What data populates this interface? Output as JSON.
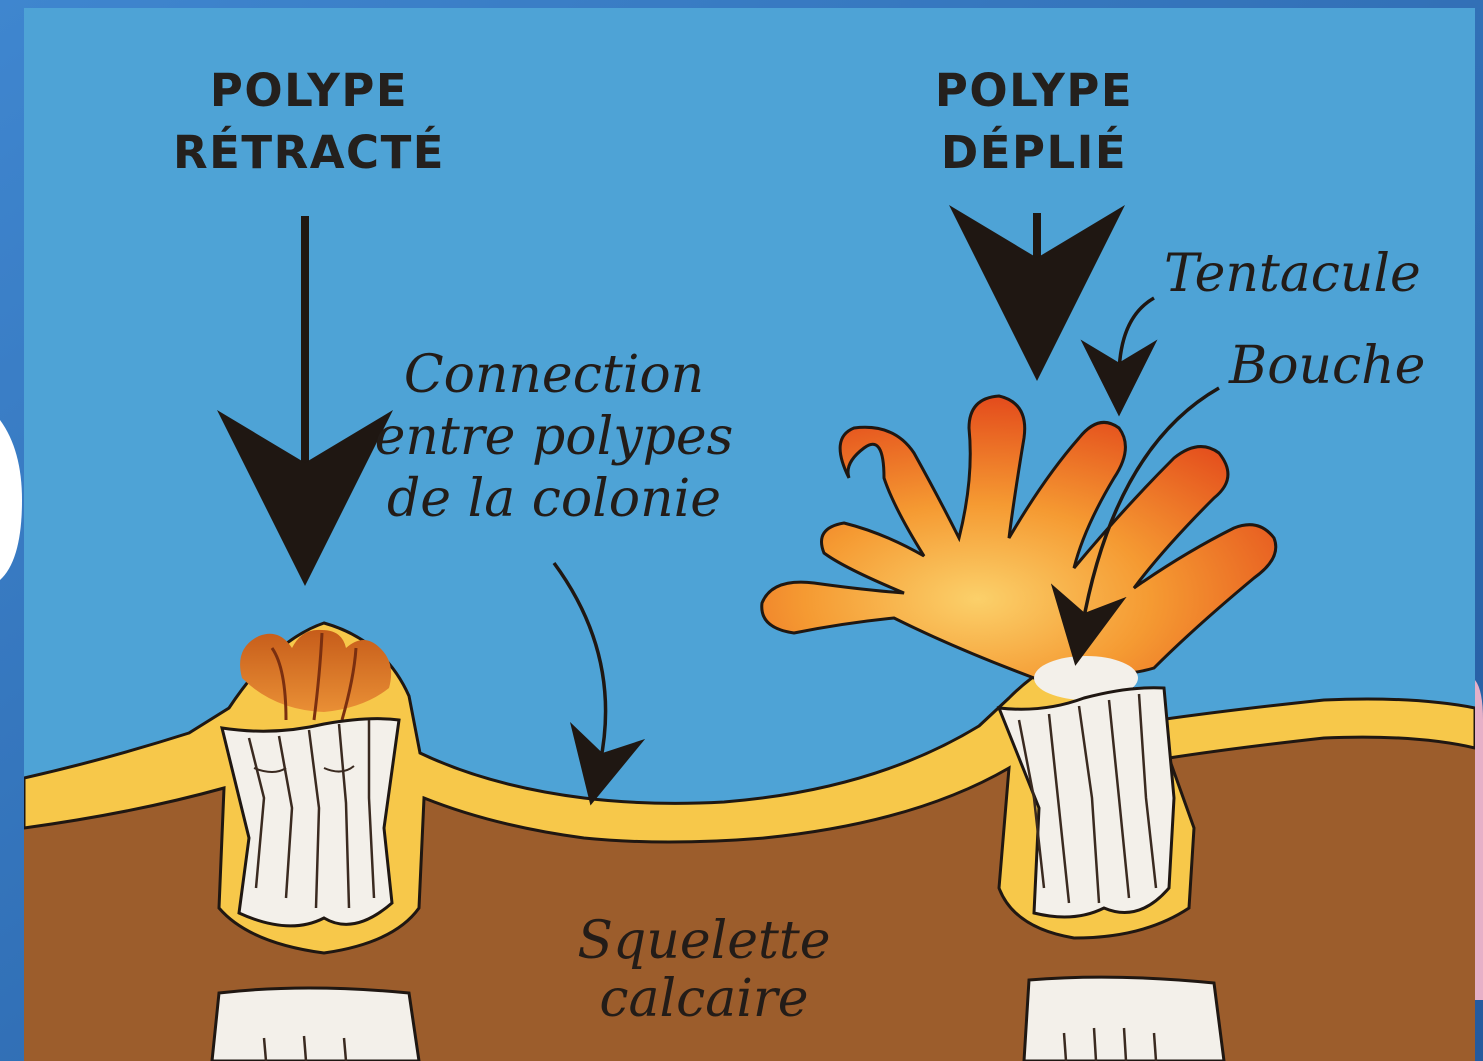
{
  "colors": {
    "water": "#4ea3d6",
    "skeleton": "#9c5d2c",
    "tissue": "#f7c84a",
    "tentacle": "#ef7a28",
    "tentacle_edge": "#e2451a",
    "calcareous_cup": "#f3f0ea",
    "outline": "#1f1712"
  },
  "diagram": {
    "retracted": {
      "title_line1": "POLYPE",
      "title_line2": "RÉTRACTÉ"
    },
    "expanded": {
      "title_line1": "POLYPE",
      "title_line2": "DÉPLIÉ"
    },
    "labels": {
      "tentacle": "Tentacule",
      "mouth": "Bouche",
      "connection_line1": "Connection",
      "connection_line2": "entre polypes",
      "connection_line3": "de la colonie",
      "skeleton_line1": "Squelette",
      "skeleton_line2": "calcaire"
    }
  }
}
